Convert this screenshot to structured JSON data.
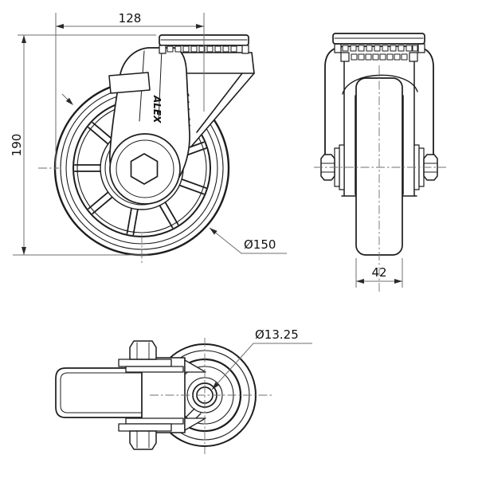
{
  "drawing": {
    "labels": {
      "dim_top_width": "128",
      "dim_height": "190",
      "dim_wheel_diameter": "Ø150",
      "dim_wheel_width": "42",
      "dim_hole_diameter": "Ø13.25",
      "brand_mark": "ALEX"
    },
    "colors": {
      "line": "#1d1d1d",
      "dim": "#6f6f6f",
      "text": "#101010",
      "background": "#ffffff"
    }
  }
}
